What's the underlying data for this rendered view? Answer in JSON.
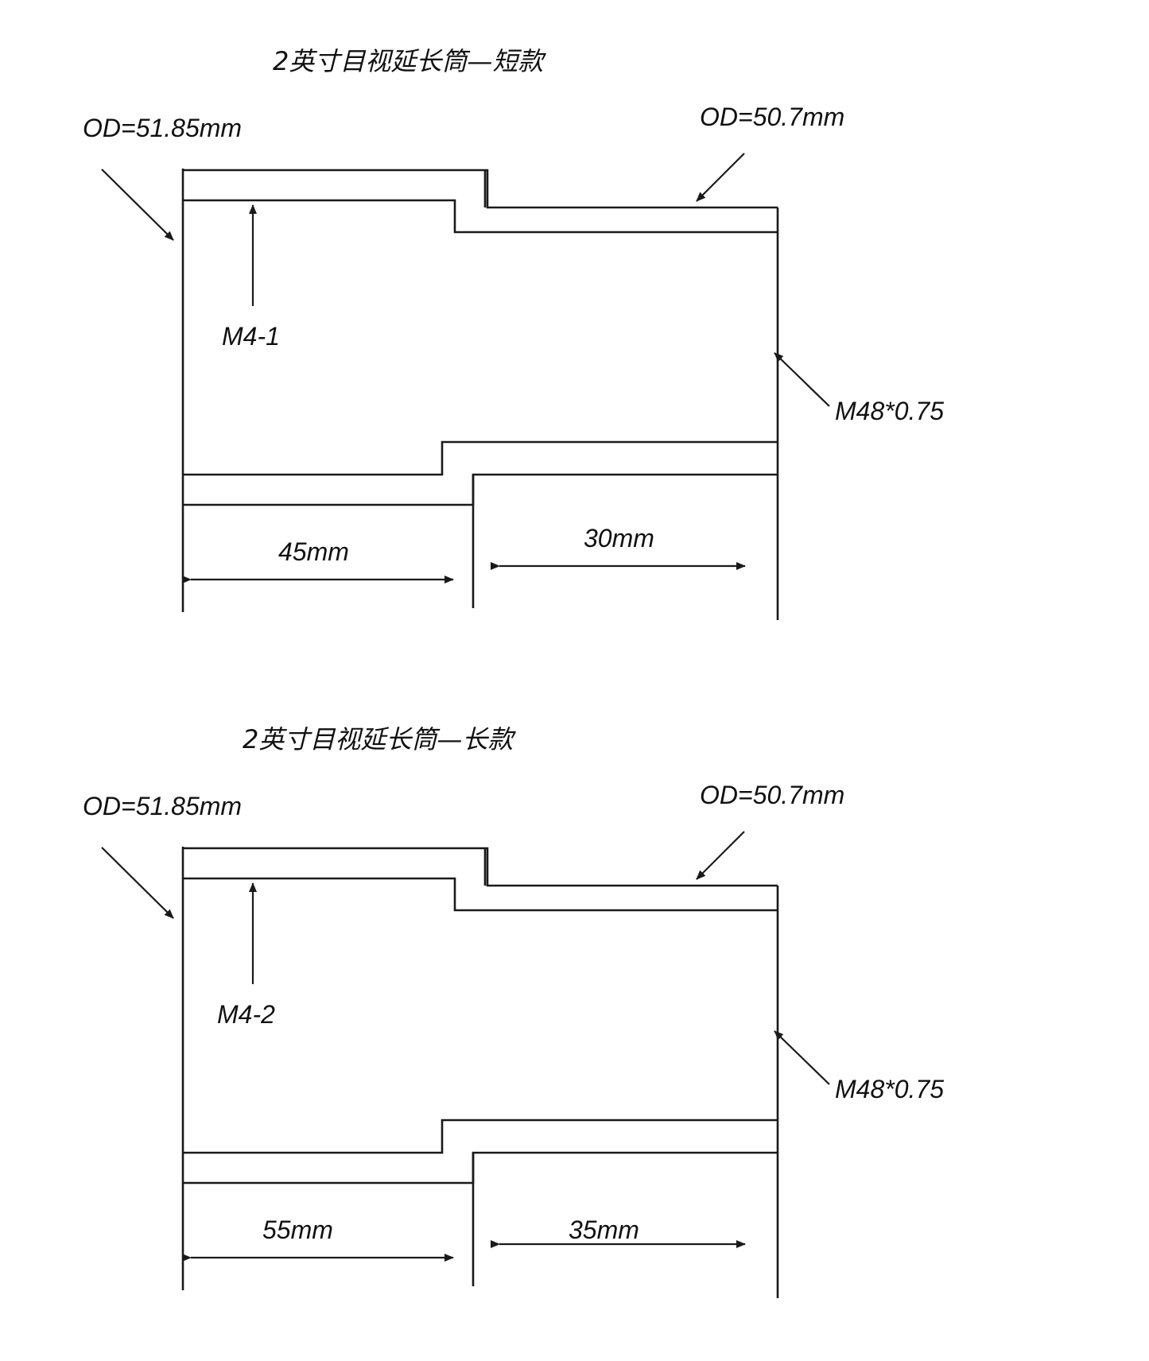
{
  "drawings": [
    {
      "title": "2英寸目视延长筒—短款",
      "od_left": "OD=51.85mm",
      "od_right": "OD=50.7mm",
      "screw_label": "M4-1",
      "thread_label": "M48*0.75",
      "len_left": "45mm",
      "len_right": "30mm"
    },
    {
      "title": "2英寸目视延长筒—长款",
      "od_left": "OD=51.85mm",
      "od_right": "OD=50.7mm",
      "screw_label": "M4-2",
      "thread_label": "M48*0.75",
      "len_left": "55mm",
      "len_right": "35mm"
    }
  ]
}
